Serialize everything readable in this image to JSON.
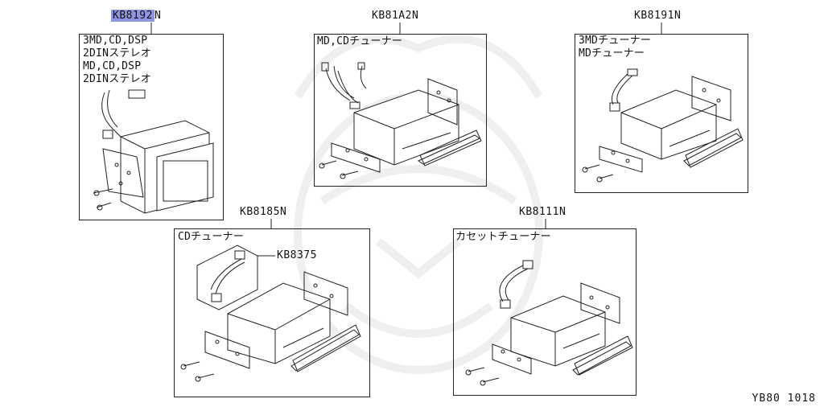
{
  "watermark_icon": "samurai-helmet-icon",
  "groups": [
    {
      "part_number": "KB8192N",
      "highlight": "KB8192",
      "highlight_rest": "N",
      "labels": [
        "3MD,CD,DSP",
        "2DINステレオ",
        "MD,CD,DSP",
        "2DINステレオ"
      ]
    },
    {
      "part_number": "KB81A2N",
      "labels": [
        "MD,CDチューナー"
      ]
    },
    {
      "part_number": "KB8191N",
      "labels": [
        "3MDチューナー",
        "MDチューナー"
      ]
    },
    {
      "part_number": "KB8185N",
      "labels": [
        "CDチューナー"
      ],
      "sub_part": "KB8375"
    },
    {
      "part_number": "KB8111N",
      "labels": [
        "カセットチューナー"
      ]
    }
  ],
  "footer": "YB80 1018"
}
